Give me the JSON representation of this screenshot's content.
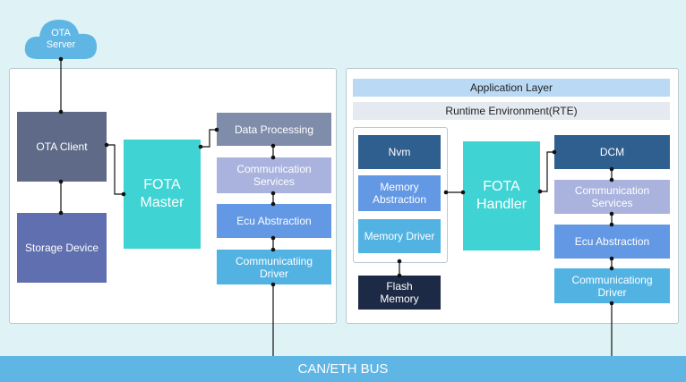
{
  "cloud": {
    "label": "OTA\nServer"
  },
  "left": {
    "ota_client": "OTA Client",
    "storage_device": "Storage Device",
    "fota_master": "FOTA\nMaster",
    "data_processing": "Data Processing",
    "comm_services": "Communication\nServices",
    "ecu_abstraction": "Ecu Abstraction",
    "comm_driver": "Communicatiing\nDriver"
  },
  "right": {
    "application_layer": "Application Layer",
    "rte": "Runtime Environment(RTE)",
    "nvm": "Nvm",
    "memory_abstraction": "Memory\nAbstraction",
    "memory_driver": "Memory Driver",
    "flash_memory": "Flash\nMemory",
    "fota_handler": "FOTA\nHandler",
    "dcm": "DCM",
    "comm_services": "Communication\nServices",
    "ecu_abstraction": "Ecu Abstraction",
    "comm_driver": "Communicationg\nDriver"
  },
  "bus": {
    "label": "CAN/ETH BUS"
  }
}
